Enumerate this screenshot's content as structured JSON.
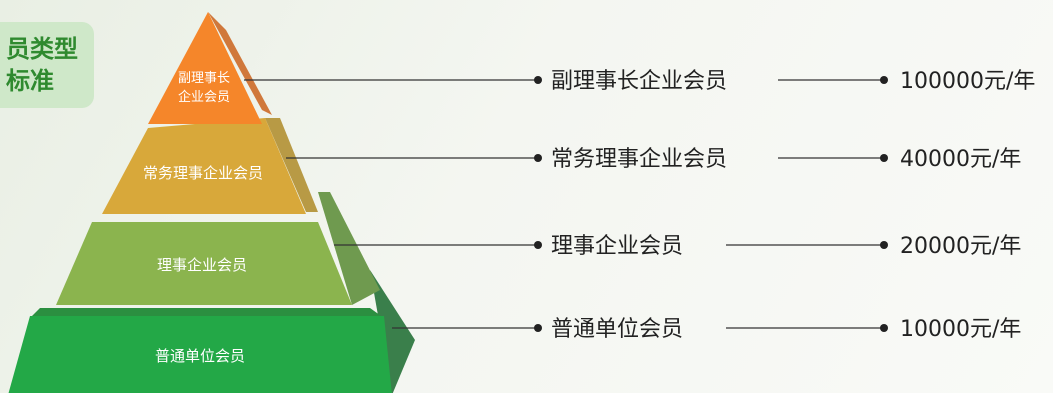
{
  "badge": {
    "line1": "员类型",
    "line2": "标准"
  },
  "tiers": [
    {
      "pyramid_label_line1": "副理事长",
      "pyramid_label_line2": "企业会员",
      "name": "副理事长企业会员",
      "fee": "100000元/年",
      "color": "#f5862a"
    },
    {
      "pyramid_label": "常务理事企业会员",
      "name": "常务理事企业会员",
      "fee": "40000元/年",
      "color": "#d9a93a"
    },
    {
      "pyramid_label": "理事企业会员",
      "name": "理事企业会员",
      "fee": "20000元/年",
      "color": "#8cb84c"
    },
    {
      "pyramid_label": "普通单位会员",
      "name": "普通单位会员",
      "fee": "10000元/年",
      "color": "#2ea64a"
    }
  ]
}
